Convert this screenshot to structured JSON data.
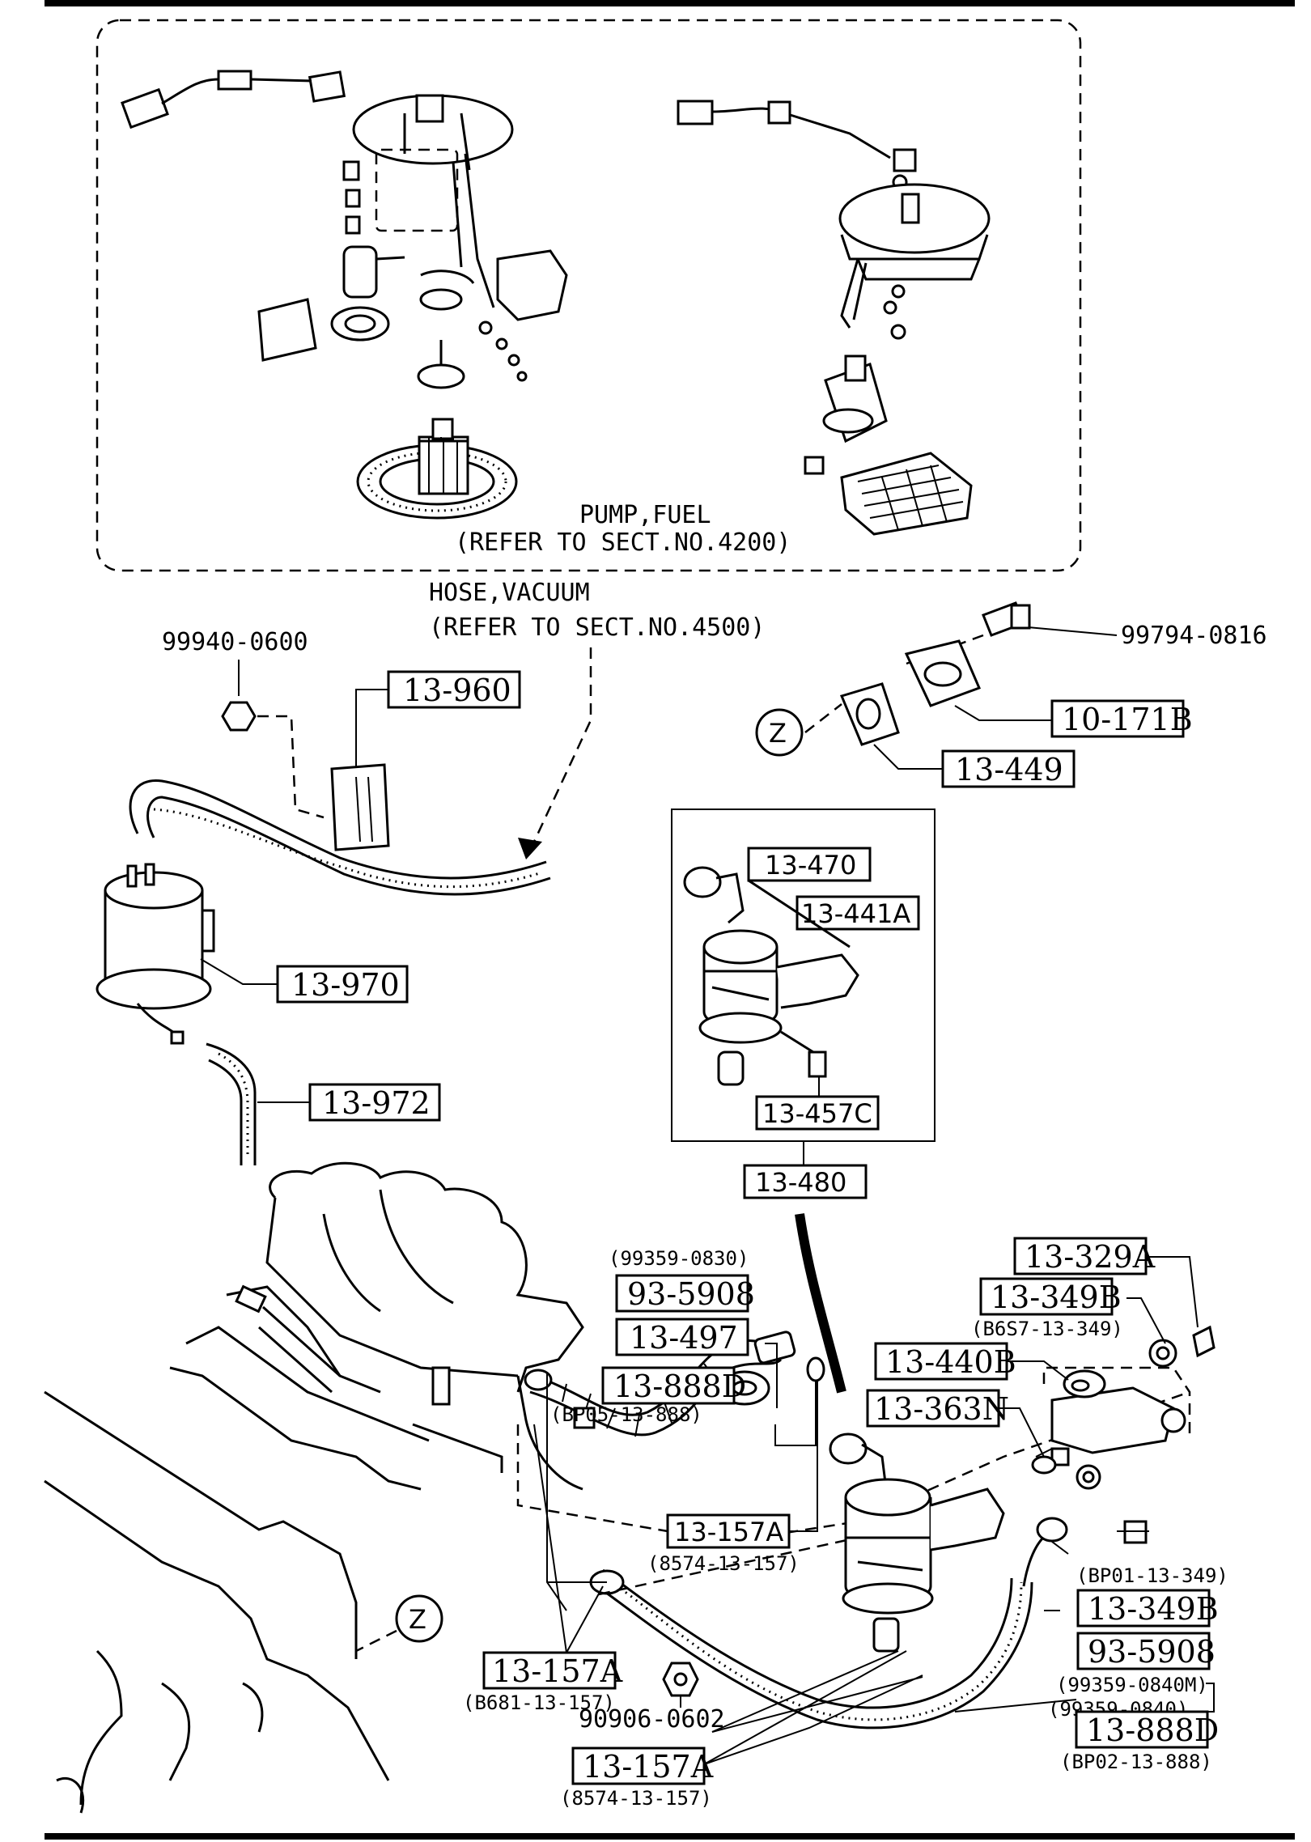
{
  "notes": {
    "pump_fuel": "PUMP,FUEL",
    "pump_ref": "(REFER TO SECT.NO.4200)",
    "hose_vacuum": "HOSE,VACUUM",
    "hose_ref": "(REFER TO SECT.NO.4500)"
  },
  "callouts": {
    "p99940_0600": "99940-0600",
    "p13_960": "13-960",
    "p99794_0816": "99794-0816",
    "p10_171b": "10-171B",
    "z_upper": "Z",
    "p13_449": "13-449",
    "p13_470": "13-470",
    "p13_441a": "13-441A",
    "p13_970": "13-970",
    "p13_972": "13-972",
    "p13_457c": "13-457C",
    "p13_480": "13-480",
    "p99359_0830": "(99359-0830)",
    "p93_5908_a": "93-5908",
    "p13_497": "13-497",
    "p13_888d_a": "13-888D",
    "pbp05_13_888": "(BP05-13-888)",
    "p13_329a": "13-329A",
    "p13_349b_a": "13-349B",
    "pb6s7_13_349": "(B6S7-13-349)",
    "p13_440b": "13-440B",
    "p13_363n": "13-363N",
    "p13_157a_a": "13-157A",
    "p8574_13_157_a": "(8574-13-157)",
    "pbp01_13_349": "(BP01-13-349)",
    "p13_349b_b": "13-349B",
    "p93_5908_b": "93-5908",
    "p99359_0840m": "(99359-0840M)",
    "p99359_0840": "(99359-0840)",
    "z_lower": "Z",
    "p13_157a_b": "13-157A",
    "pb681_13_157": "(B681-13-157)",
    "p90906_0602": "90906-0602",
    "p13_888d_b": "13-888D",
    "pbp02_13_888": "(BP02-13-888)",
    "p13_157a_c": "13-157A",
    "p8574_13_157_b": "(8574-13-157)"
  }
}
